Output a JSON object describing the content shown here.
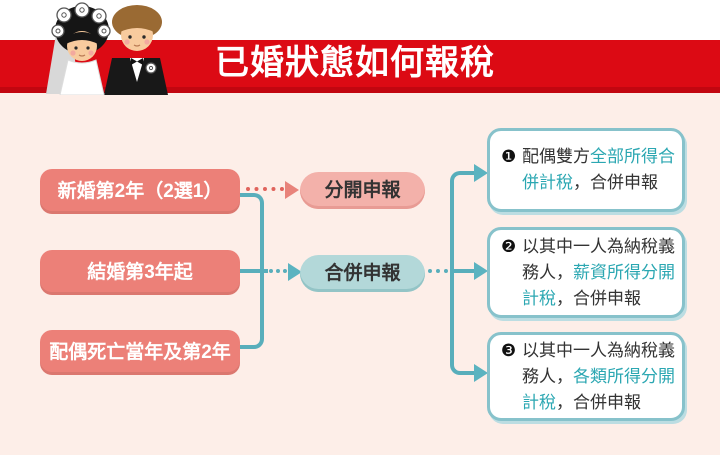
{
  "header": {
    "title": "已婚狀態如何報稅",
    "illustration": "bride-and-groom"
  },
  "colors": {
    "banner_red": "#dc0a14",
    "banner_red_dark": "#c20610",
    "background_pink": "#fdeee8",
    "condition_salmon": "#ec8078",
    "separate_pill_pink": "#f3b1aa",
    "joint_pill_teal": "#b3d8d9",
    "connector_teal": "#58aebb",
    "connector_red": "#e0635c",
    "result_border_teal": "#87c2cb",
    "highlight_teal_text": "#2ba7b2",
    "text_dark": "#333333",
    "title_white": "#ffffff"
  },
  "flow": {
    "conditions": [
      {
        "label": "新婚第2年（2選1）"
      },
      {
        "label": "結婚第3年起"
      },
      {
        "label": "配偶死亡當年及第2年"
      }
    ],
    "methods": [
      {
        "label": "分開申報",
        "style": "pink"
      },
      {
        "label": "合併申報",
        "style": "teal"
      }
    ],
    "results": [
      {
        "number": "❶",
        "segments": [
          {
            "text": "配偶雙方",
            "teal": false
          },
          {
            "text": "全部所得合\n併計稅",
            "teal": true
          },
          {
            "text": "，合併申報",
            "teal": false
          }
        ]
      },
      {
        "number": "❷",
        "segments": [
          {
            "text": "以其中一人為納稅義\n務人，",
            "teal": false
          },
          {
            "text": "薪資所得分開\n計稅",
            "teal": true
          },
          {
            "text": "，合併申報",
            "teal": false
          }
        ]
      },
      {
        "number": "❸",
        "segments": [
          {
            "text": "以其中一人為納稅義\n務人，",
            "teal": false
          },
          {
            "text": "各類所得分開\n計稅",
            "teal": true
          },
          {
            "text": "，合併申報",
            "teal": false
          }
        ]
      }
    ]
  }
}
